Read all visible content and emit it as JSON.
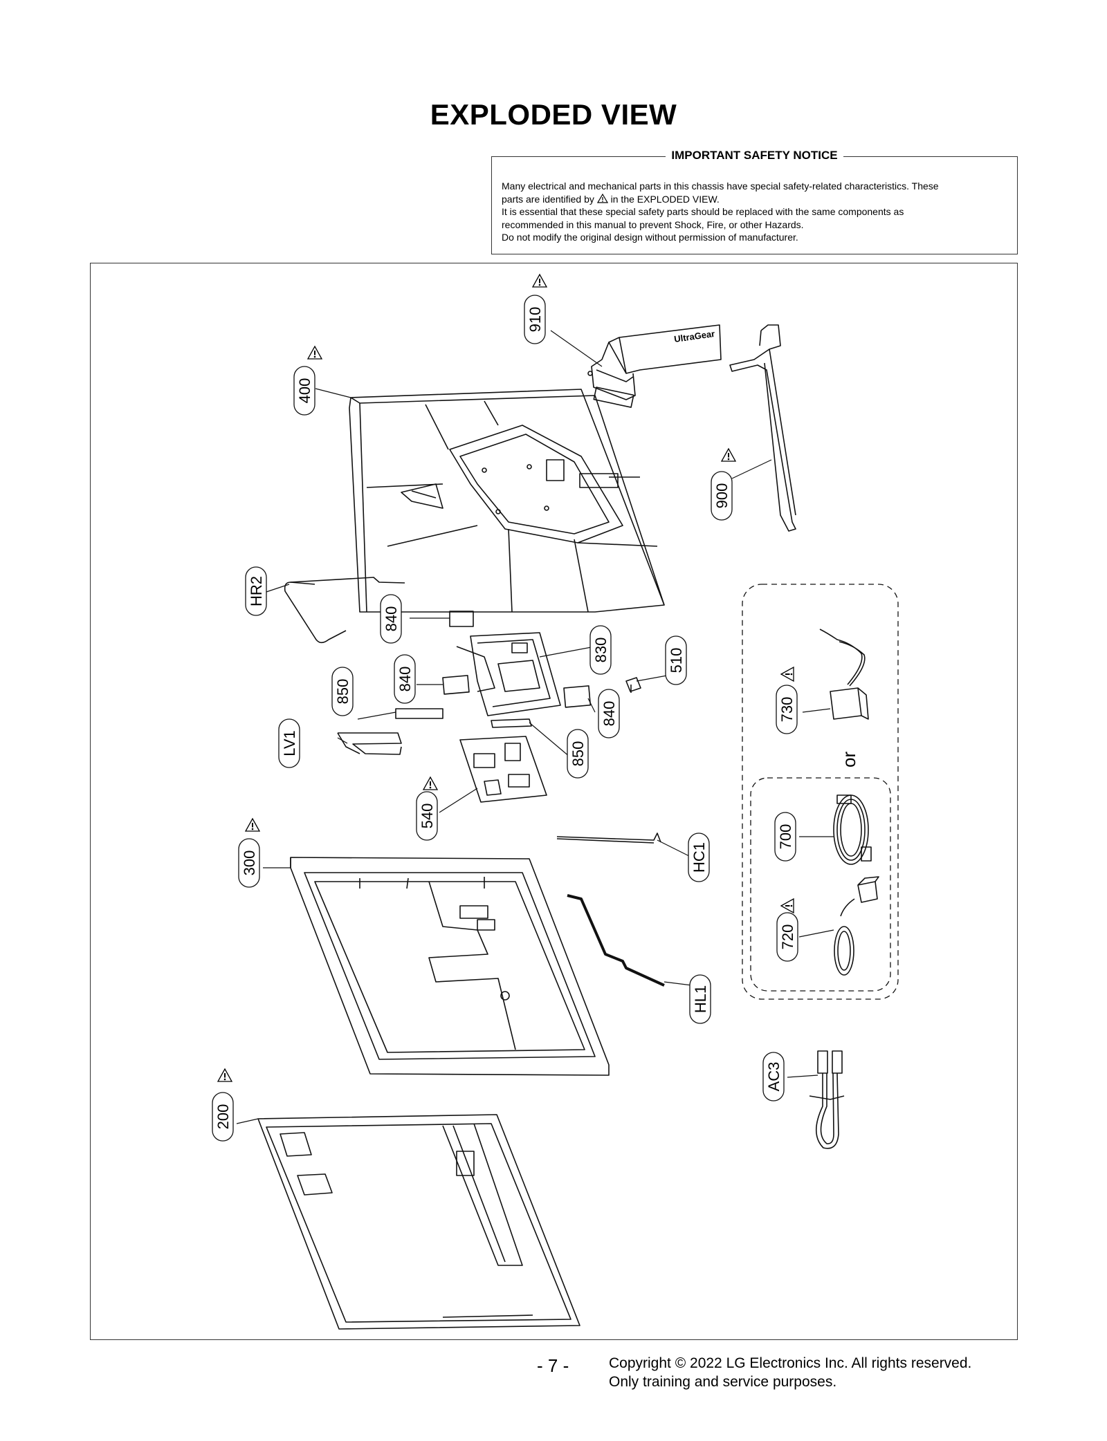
{
  "page": {
    "title": "EXPLODED VIEW",
    "page_number": "- 7 -",
    "copyright_line1": "Copyright © 2022 LG Electronics Inc. All rights reserved.",
    "copyright_line2": "Only training and service purposes."
  },
  "notice": {
    "heading": "IMPORTANT SAFETY NOTICE",
    "line1": "Many electrical and mechanical parts in this chassis have special safety-related characteristics. These",
    "line2_pre": "parts are identified by",
    "line2_post": "in the EXPLODED VIEW.",
    "line3": "It is essential that these special safety parts should be replaced with the same components as",
    "line4": "recommended in this manual to prevent Shock, Fire, or other Hazards.",
    "line5": "Do not modify the original design without permission of manufacturer."
  },
  "diagram": {
    "stand_brand_text": "UltraGear",
    "or_text": "or",
    "parts": [
      {
        "id": "910",
        "safety": true
      },
      {
        "id": "400",
        "safety": true
      },
      {
        "id": "900",
        "safety": true
      },
      {
        "id": "HR2",
        "safety": false
      },
      {
        "id": "840",
        "safety": false
      },
      {
        "id": "830",
        "safety": false
      },
      {
        "id": "510",
        "safety": false
      },
      {
        "id": "850",
        "safety": false
      },
      {
        "id": "LV1",
        "safety": false
      },
      {
        "id": "540",
        "safety": true
      },
      {
        "id": "730",
        "safety": true
      },
      {
        "id": "700",
        "safety": false
      },
      {
        "id": "720",
        "safety": true
      },
      {
        "id": "HC1",
        "safety": false
      },
      {
        "id": "HL1",
        "safety": false
      },
      {
        "id": "300",
        "safety": true
      },
      {
        "id": "200",
        "safety": true
      },
      {
        "id": "AC3",
        "safety": false
      }
    ]
  }
}
